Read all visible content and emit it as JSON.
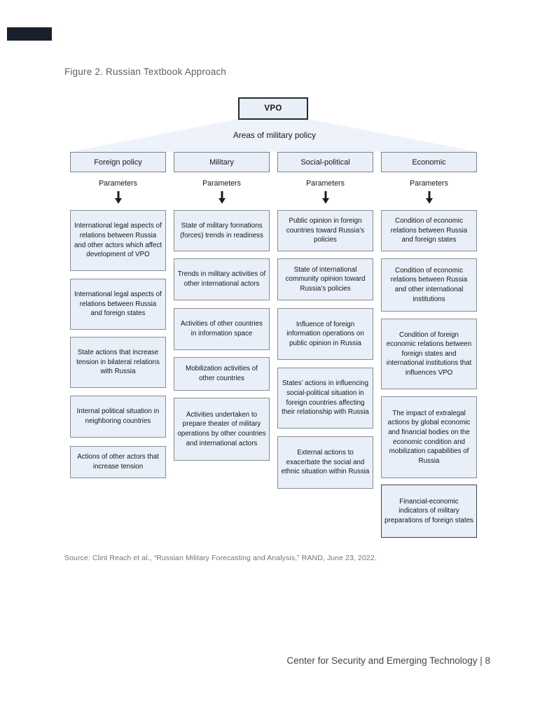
{
  "page": {
    "figure_title": "Figure 2. Russian Textbook Approach",
    "source_line": "Source: Clint Reach et al., “Russian Military Forecasting and Analysis,” RAND, June 23, 2022.",
    "footer_text": "Center for Security and Emerging Technology | 8"
  },
  "diagram": {
    "root": "VPO",
    "subtitle": "Areas of military policy",
    "parameters_label": "Parameters",
    "columns": [
      {
        "header": "Foreign policy",
        "boxes": [
          "International legal aspects of relations between Russia and other actors which affect development of VPO",
          "International legal aspects of relations between Russia and foreign states",
          "State actions that increase tension in bilateral relations with Russia",
          "Internal political situation in neighboring countries",
          "Actions of other actors that increase tension"
        ]
      },
      {
        "header": "Military",
        "boxes": [
          "State of military formations (forces) trends in readiness",
          "Trends in military activities of other international actors",
          "Activities of other countries in information space",
          "Mobilization activities of other countries",
          "Activities undertaken to prepare theater of military operations by other countries and international actors"
        ]
      },
      {
        "header": "Social-political",
        "boxes": [
          "Public opinion in foreign countries toward Russia’s policies",
          "State of international community opinion toward Russia’s policies",
          "Influence of foreign information operations on public opinion in Russia",
          "States’ actions in influencing social-political situation in foreign countries affecting their relationship with Russia",
          "External actions to exacerbate the social and ethnic situation within Russia"
        ]
      },
      {
        "header": "Economic",
        "boxes": [
          "Condition of economic relations between Russia and foreign states",
          "Condition of economic relations between Russia and other international institutions",
          "Condition of foreign economic relations between foreign states and international institutions that influences VPO",
          "The impact of extralegal actions by global economic and financial bodies on the economic condition and mobilization capabilities of Russia",
          "Financial-economic indicators of military preparations of foreign states"
        ]
      }
    ]
  },
  "colors": {
    "box_fill": "#e9eff9",
    "box_border": "#878d96",
    "root_border": "#26292e",
    "fan_fill": "#eef3fb",
    "footer_text": "#3e4550"
  }
}
